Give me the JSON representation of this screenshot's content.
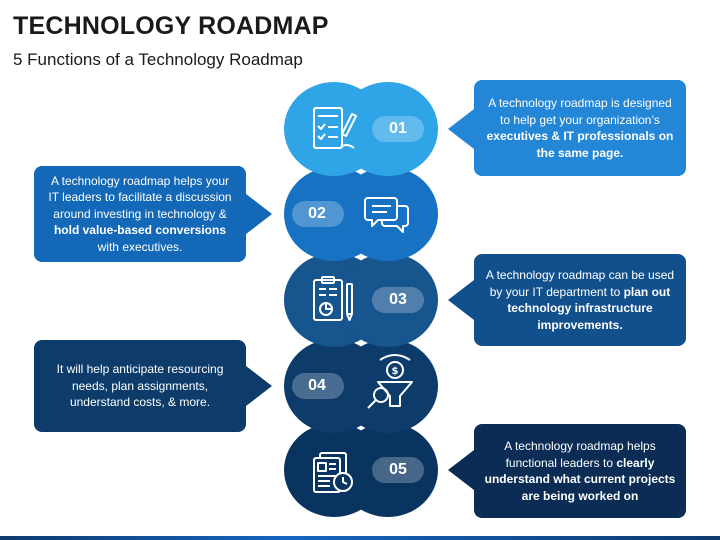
{
  "header": {
    "title": "TECHNOLOGY ROADMAP",
    "subtitle": "5 Functions of a Technology Roadmap"
  },
  "colors": {
    "step1": "#2fa4e7",
    "step2": "#1872c4",
    "step3": "#17558f",
    "step4": "#0d3c6b",
    "step5": "#0a3460",
    "pill": "#ffffff"
  },
  "steps": [
    {
      "number": "01",
      "icon": "checklist-clipboard-icon",
      "text_parts": [
        {
          "text": "A technology roadmap is designed to help get your organization’s ",
          "bold": false
        },
        {
          "text": "executives & IT professionals on the same page.",
          "bold": true
        }
      ]
    },
    {
      "number": "02",
      "icon": "chat-bubbles-icon",
      "text_parts": [
        {
          "text": "A technology roadmap helps your IT leaders to facilitate a discussion around investing in technology & ",
          "bold": false
        },
        {
          "text": "hold value-based conversions",
          "bold": true
        },
        {
          "text": " with executives.",
          "bold": false
        }
      ]
    },
    {
      "number": "03",
      "icon": "report-clipboard-pen-icon",
      "text_parts": [
        {
          "text": "A technology roadmap can be used by your IT department to ",
          "bold": false
        },
        {
          "text": "plan out technology infrastructure improvements.",
          "bold": true
        }
      ]
    },
    {
      "number": "04",
      "icon": "funnel-search-icon",
      "text_parts": [
        {
          "text": "It will help anticipate resourcing needs, plan assignments, understand costs, & more.",
          "bold": false
        }
      ]
    },
    {
      "number": "05",
      "icon": "documents-clock-icon",
      "text_parts": [
        {
          "text": "A technology roadmap helps functional leaders to ",
          "bold": false
        },
        {
          "text": "clearly understand what current projects are being worked on",
          "bold": true
        }
      ]
    }
  ]
}
